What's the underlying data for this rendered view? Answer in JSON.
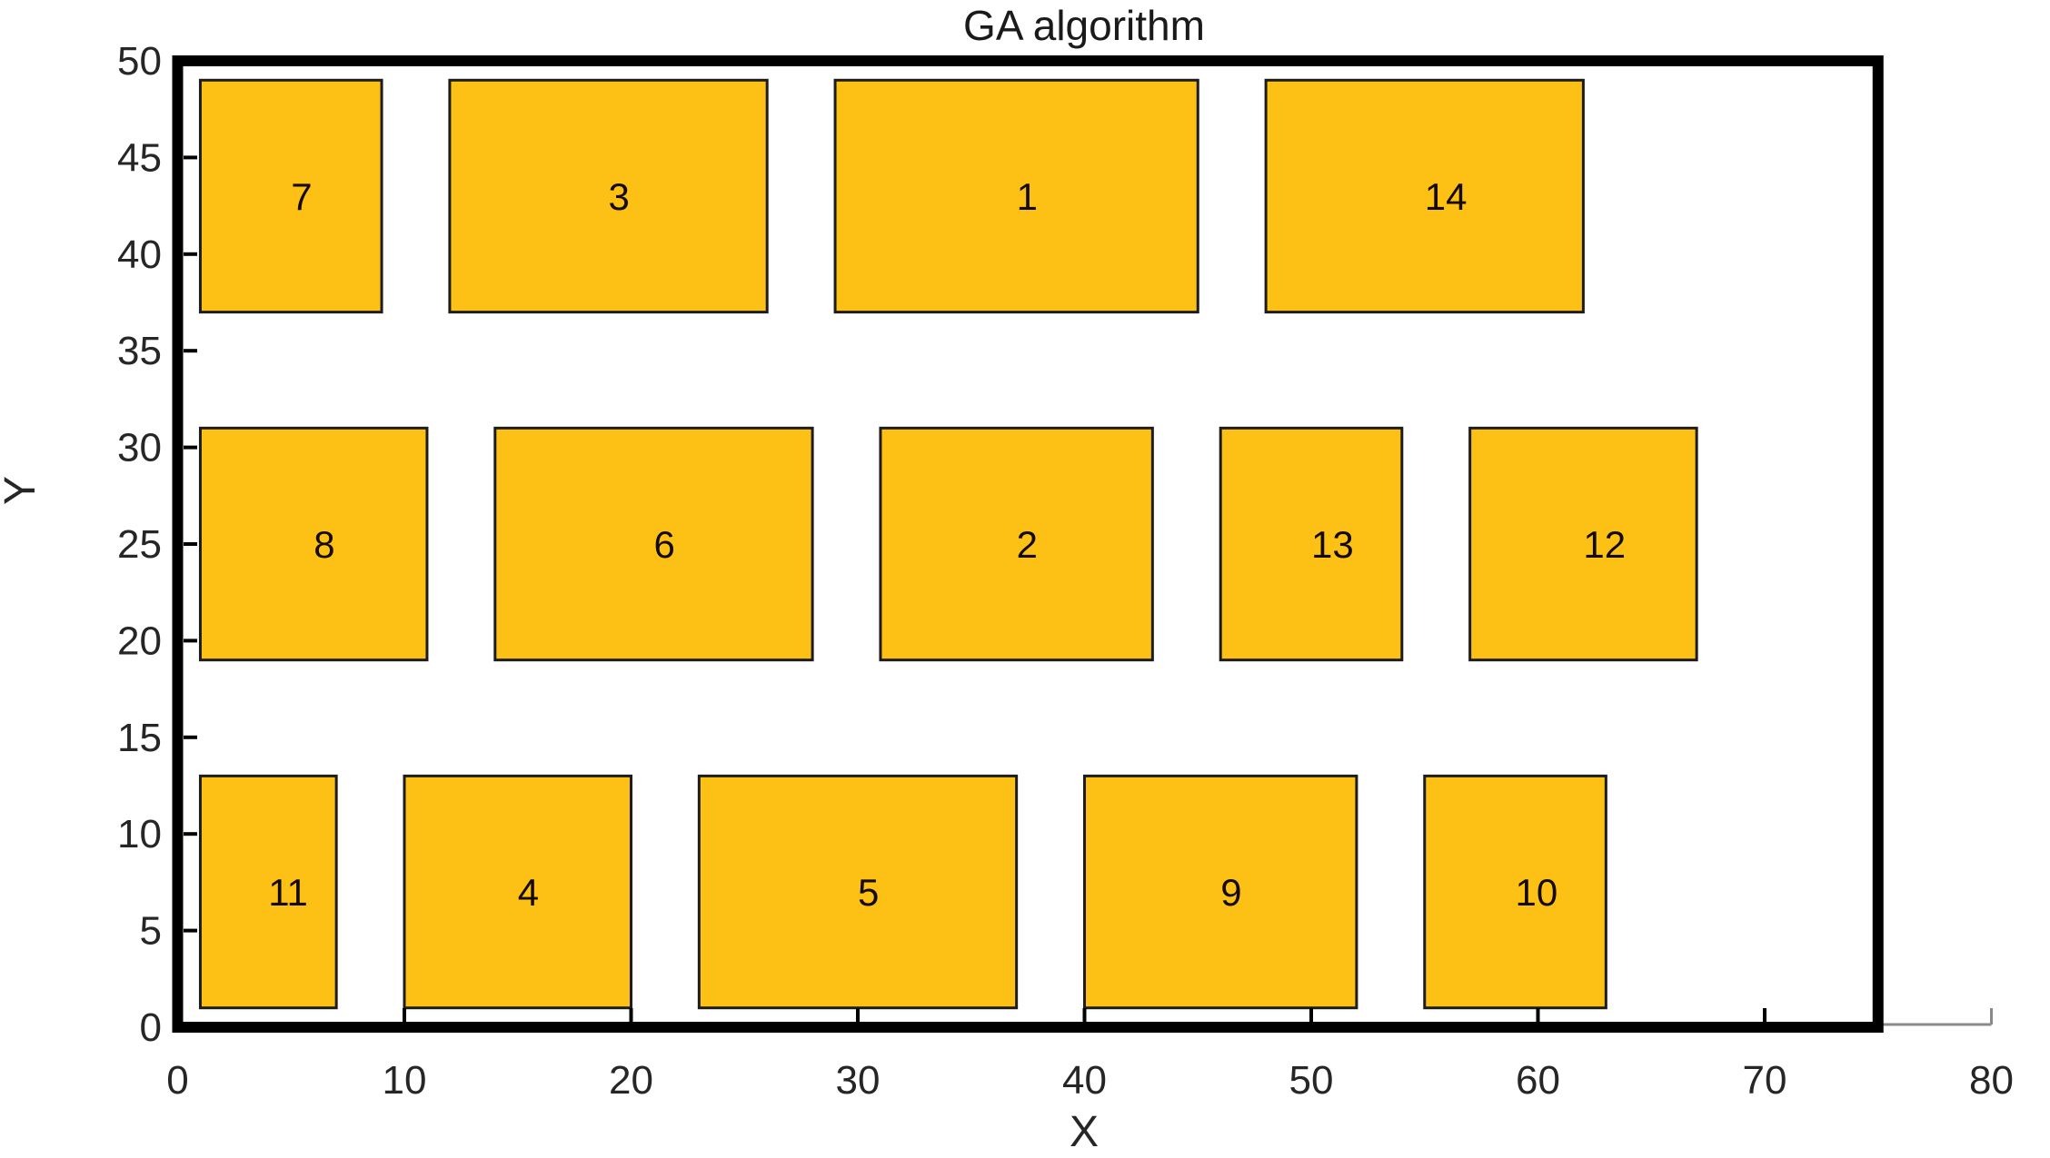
{
  "figure": {
    "title": "GA algorithm",
    "xlabel": "X",
    "ylabel": "Y"
  },
  "chart_data": {
    "type": "rectangles",
    "title": "GA algorithm",
    "xlabel": "X",
    "ylabel": "Y",
    "xlim": [
      0,
      80
    ],
    "ylim": [
      0,
      50
    ],
    "x_ticks": [
      0,
      10,
      20,
      30,
      40,
      50,
      60,
      70,
      80
    ],
    "y_ticks": [
      0,
      5,
      10,
      15,
      20,
      25,
      30,
      35,
      40,
      45,
      50
    ],
    "grid": false,
    "legend": false,
    "container": {
      "x": 0,
      "y": 0,
      "width": 75,
      "height": 50
    },
    "axis_extension": {
      "from_x": 75,
      "to_x": 80,
      "end_tick": true
    },
    "unlabeled_x_tick": 75,
    "rectangles": [
      {
        "label": "7",
        "x": 1,
        "y": 37,
        "width": 8,
        "height": 12
      },
      {
        "label": "3",
        "x": 12,
        "y": 37,
        "width": 14,
        "height": 12
      },
      {
        "label": "1",
        "x": 29,
        "y": 37,
        "width": 16,
        "height": 12
      },
      {
        "label": "14",
        "x": 48,
        "y": 37,
        "width": 14,
        "height": 12
      },
      {
        "label": "8",
        "x": 1,
        "y": 19,
        "width": 10,
        "height": 12
      },
      {
        "label": "6",
        "x": 14,
        "y": 19,
        "width": 14,
        "height": 12
      },
      {
        "label": "2",
        "x": 31,
        "y": 19,
        "width": 12,
        "height": 12
      },
      {
        "label": "13",
        "x": 46,
        "y": 19,
        "width": 8,
        "height": 12
      },
      {
        "label": "12",
        "x": 57,
        "y": 19,
        "width": 10,
        "height": 12
      },
      {
        "label": "11",
        "x": 1,
        "y": 1,
        "width": 6,
        "height": 12
      },
      {
        "label": "4",
        "x": 10,
        "y": 1,
        "width": 10,
        "height": 12
      },
      {
        "label": "5",
        "x": 23,
        "y": 1,
        "width": 14,
        "height": 12
      },
      {
        "label": "9",
        "x": 40,
        "y": 1,
        "width": 12,
        "height": 12
      },
      {
        "label": "10",
        "x": 55,
        "y": 1,
        "width": 8,
        "height": 12
      }
    ],
    "colors": {
      "rect_fill": "#FDC115",
      "rect_stroke": "#1c1c1c",
      "rect_label": "#140a00",
      "container_stroke": "#000000",
      "axis_extension": "#8a8a8a",
      "tick": "#000000",
      "text": "#262626",
      "background": "#ffffff"
    }
  }
}
